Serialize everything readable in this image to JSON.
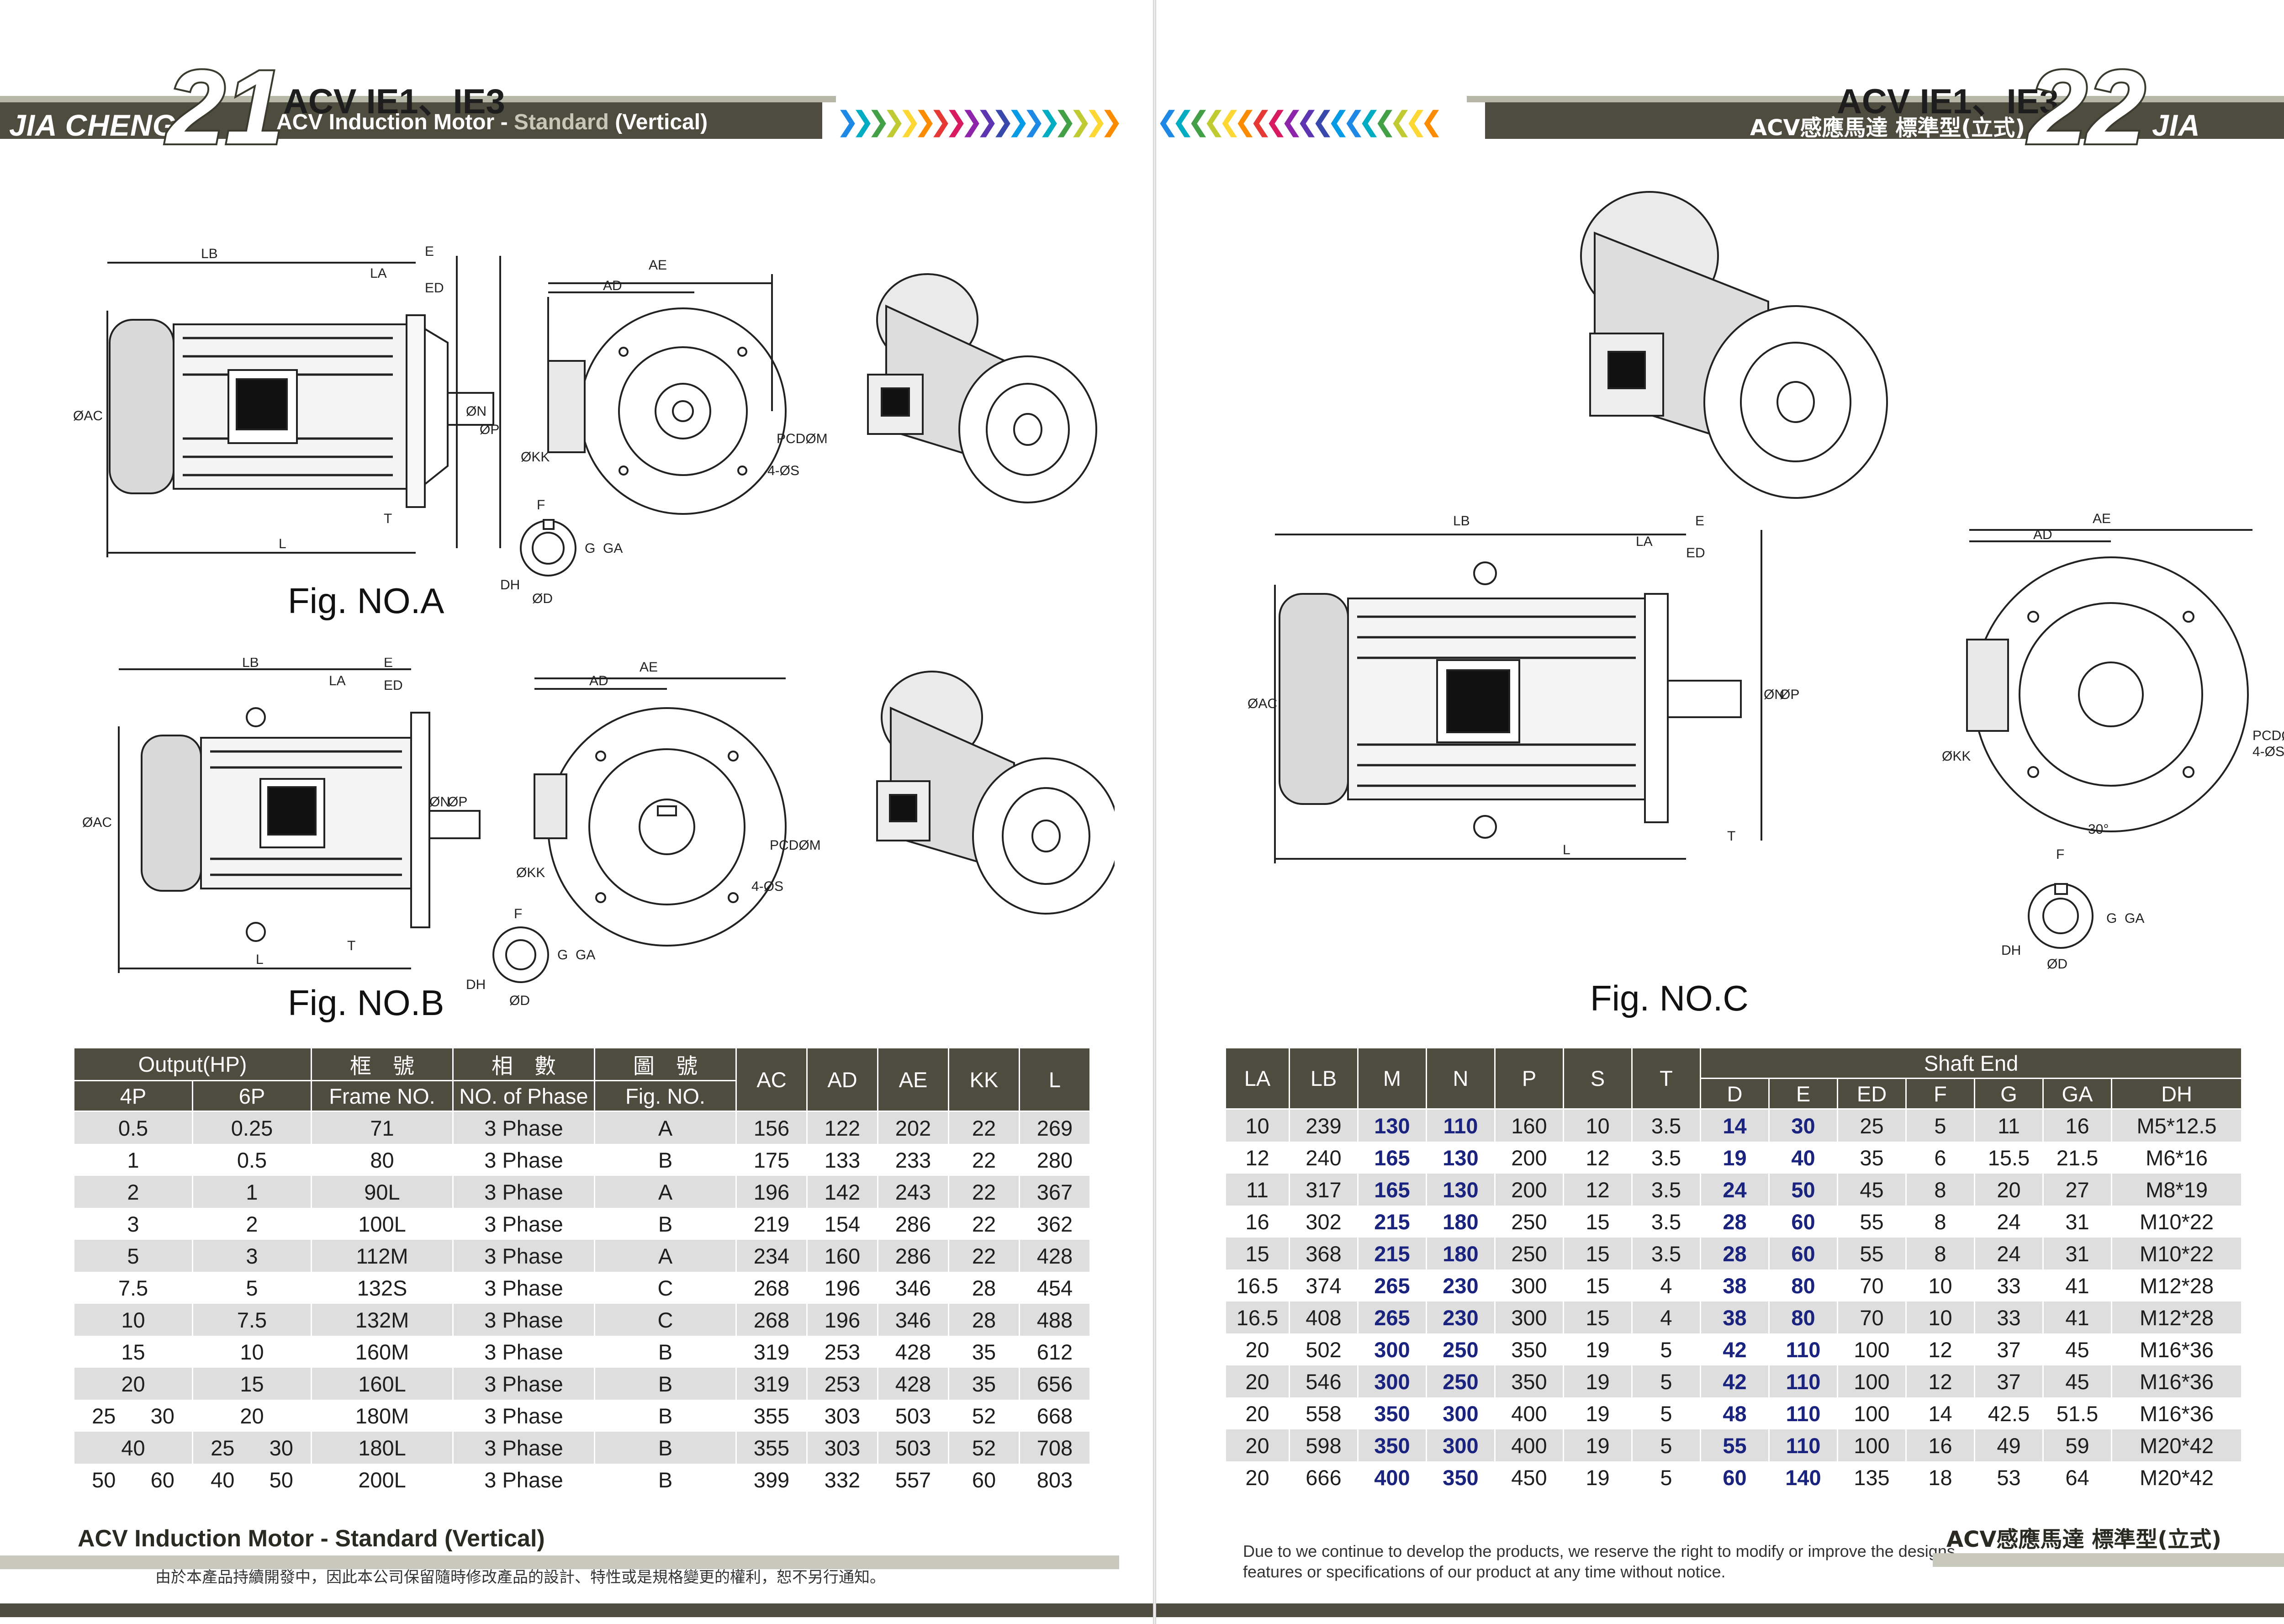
{
  "left_page": {
    "brand": "JIA CHENG",
    "page_number": "21",
    "series": "ACV IE1、IE3",
    "subtitle_main": "ACV Induction Motor - ",
    "subtitle_accent": "Standard",
    "subtitle_end": " (Vertical)",
    "fig_a": "Fig. NO.A",
    "fig_b": "Fig. NO.B",
    "footer_title": "ACV Induction Motor - Standard (Vertical)",
    "footer_note": "由於本產品持續開發中，因此本公司保留隨時修改產品的設計、特性或是規格變更的權利，恕不另行通知。"
  },
  "right_page": {
    "series": "ACV IE1、IE3",
    "subtitle": "ACV感應馬達 標準型(立式)",
    "page_number": "22",
    "brand": "JIA CHENG",
    "fig_c": "Fig. NO.C",
    "footer_title": "ACV感應馬達 標準型(立式)",
    "footer_note_1": "Due to we continue to develop the products, we reserve the right to modify or improve the designs,",
    "footer_note_2": "features or specifications of our product at any time without notice."
  },
  "dimension_labels": {
    "LB": "LB",
    "LA": "LA",
    "E": "E",
    "ED": "ED",
    "AE": "AE",
    "AD": "AD",
    "AC": "ØAC",
    "N": "ØN",
    "P": "ØP",
    "KK": "ØKK",
    "PCD": "PCDØM",
    "S": "4-ØS",
    "F": "F",
    "G": "G",
    "GA": "GA",
    "DH": "DH",
    "D": "ØD",
    "T": "T",
    "L": "L",
    "angle": "30°"
  },
  "left_table": {
    "headers": {
      "output": "Output(HP)",
      "p4": "4P",
      "p6": "6P",
      "frame_zh": "框　號",
      "frame_en": "Frame NO.",
      "phase_zh": "相　數",
      "phase_en": "NO. of Phase",
      "fig_zh": "圖　號",
      "fig_en": "Fig. NO.",
      "AC": "AC",
      "AD": "AD",
      "AE": "AE",
      "KK": "KK",
      "L": "L"
    },
    "rows": [
      {
        "p4": [
          "0.5"
        ],
        "p6": [
          "0.25"
        ],
        "frame": "71",
        "phase": "3 Phase",
        "fig": "A",
        "AC": "156",
        "AD": "122",
        "AE": "202",
        "KK": "22",
        "L": "269"
      },
      {
        "p4": [
          "1"
        ],
        "p6": [
          "0.5"
        ],
        "frame": "80",
        "phase": "3 Phase",
        "fig": "B",
        "AC": "175",
        "AD": "133",
        "AE": "233",
        "KK": "22",
        "L": "280"
      },
      {
        "p4": [
          "2"
        ],
        "p6": [
          "1"
        ],
        "frame": "90L",
        "phase": "3 Phase",
        "fig": "A",
        "AC": "196",
        "AD": "142",
        "AE": "243",
        "KK": "22",
        "L": "367"
      },
      {
        "p4": [
          "3"
        ],
        "p6": [
          "2"
        ],
        "frame": "100L",
        "phase": "3 Phase",
        "fig": "B",
        "AC": "219",
        "AD": "154",
        "AE": "286",
        "KK": "22",
        "L": "362"
      },
      {
        "p4": [
          "5"
        ],
        "p6": [
          "3"
        ],
        "frame": "112M",
        "phase": "3 Phase",
        "fig": "A",
        "AC": "234",
        "AD": "160",
        "AE": "286",
        "KK": "22",
        "L": "428"
      },
      {
        "p4": [
          "7.5"
        ],
        "p6": [
          "5"
        ],
        "frame": "132S",
        "phase": "3 Phase",
        "fig": "C",
        "AC": "268",
        "AD": "196",
        "AE": "346",
        "KK": "28",
        "L": "454"
      },
      {
        "p4": [
          "10"
        ],
        "p6": [
          "7.5"
        ],
        "frame": "132M",
        "phase": "3 Phase",
        "fig": "C",
        "AC": "268",
        "AD": "196",
        "AE": "346",
        "KK": "28",
        "L": "488"
      },
      {
        "p4": [
          "15"
        ],
        "p6": [
          "10"
        ],
        "frame": "160M",
        "phase": "3 Phase",
        "fig": "B",
        "AC": "319",
        "AD": "253",
        "AE": "428",
        "KK": "35",
        "L": "612"
      },
      {
        "p4": [
          "20"
        ],
        "p6": [
          "15"
        ],
        "frame": "160L",
        "phase": "3 Phase",
        "fig": "B",
        "AC": "319",
        "AD": "253",
        "AE": "428",
        "KK": "35",
        "L": "656"
      },
      {
        "p4": [
          "25",
          "30"
        ],
        "p6": [
          "20"
        ],
        "frame": "180M",
        "phase": "3 Phase",
        "fig": "B",
        "AC": "355",
        "AD": "303",
        "AE": "503",
        "KK": "52",
        "L": "668"
      },
      {
        "p4": [
          "40"
        ],
        "p6": [
          "25",
          "30"
        ],
        "frame": "180L",
        "phase": "3 Phase",
        "fig": "B",
        "AC": "355",
        "AD": "303",
        "AE": "503",
        "KK": "52",
        "L": "708"
      },
      {
        "p4": [
          "50",
          "60"
        ],
        "p6": [
          "40",
          "50"
        ],
        "frame": "200L",
        "phase": "3 Phase",
        "fig": "B",
        "AC": "399",
        "AD": "332",
        "AE": "557",
        "KK": "60",
        "L": "803"
      }
    ]
  },
  "right_table": {
    "headers": {
      "LA": "LA",
      "LB": "LB",
      "M": "M",
      "N": "N",
      "P": "P",
      "S": "S",
      "T": "T",
      "shaft_end": "Shaft  End",
      "D": "D",
      "E": "E",
      "ED": "ED",
      "F": "F",
      "G": "G",
      "GA": "GA",
      "DH": "DH"
    },
    "rows": [
      {
        "LA": "10",
        "LB": "239",
        "M": "130",
        "N": "110",
        "P": "160",
        "S": "10",
        "T": "3.5",
        "D": "14",
        "E": "30",
        "ED": "25",
        "F": "5",
        "G": "11",
        "GA": "16",
        "DH": "M5*12.5"
      },
      {
        "LA": "12",
        "LB": "240",
        "M": "165",
        "N": "130",
        "P": "200",
        "S": "12",
        "T": "3.5",
        "D": "19",
        "E": "40",
        "ED": "35",
        "F": "6",
        "G": "15.5",
        "GA": "21.5",
        "DH": "M6*16"
      },
      {
        "LA": "11",
        "LB": "317",
        "M": "165",
        "N": "130",
        "P": "200",
        "S": "12",
        "T": "3.5",
        "D": "24",
        "E": "50",
        "ED": "45",
        "F": "8",
        "G": "20",
        "GA": "27",
        "DH": "M8*19"
      },
      {
        "LA": "16",
        "LB": "302",
        "M": "215",
        "N": "180",
        "P": "250",
        "S": "15",
        "T": "3.5",
        "D": "28",
        "E": "60",
        "ED": "55",
        "F": "8",
        "G": "24",
        "GA": "31",
        "DH": "M10*22"
      },
      {
        "LA": "15",
        "LB": "368",
        "M": "215",
        "N": "180",
        "P": "250",
        "S": "15",
        "T": "3.5",
        "D": "28",
        "E": "60",
        "ED": "55",
        "F": "8",
        "G": "24",
        "GA": "31",
        "DH": "M10*22"
      },
      {
        "LA": "16.5",
        "LB": "374",
        "M": "265",
        "N": "230",
        "P": "300",
        "S": "15",
        "T": "4",
        "D": "38",
        "E": "80",
        "ED": "70",
        "F": "10",
        "G": "33",
        "GA": "41",
        "DH": "M12*28"
      },
      {
        "LA": "16.5",
        "LB": "408",
        "M": "265",
        "N": "230",
        "P": "300",
        "S": "15",
        "T": "4",
        "D": "38",
        "E": "80",
        "ED": "70",
        "F": "10",
        "G": "33",
        "GA": "41",
        "DH": "M12*28"
      },
      {
        "LA": "20",
        "LB": "502",
        "M": "300",
        "N": "250",
        "P": "350",
        "S": "19",
        "T": "5",
        "D": "42",
        "E": "110",
        "ED": "100",
        "F": "12",
        "G": "37",
        "GA": "45",
        "DH": "M16*36"
      },
      {
        "LA": "20",
        "LB": "546",
        "M": "300",
        "N": "250",
        "P": "350",
        "S": "19",
        "T": "5",
        "D": "42",
        "E": "110",
        "ED": "100",
        "F": "12",
        "G": "37",
        "GA": "45",
        "DH": "M16*36"
      },
      {
        "LA": "20",
        "LB": "558",
        "M": "350",
        "N": "300",
        "P": "400",
        "S": "19",
        "T": "5",
        "D": "48",
        "E": "110",
        "ED": "100",
        "F": "14",
        "G": "42.5",
        "GA": "51.5",
        "DH": "M16*36"
      },
      {
        "LA": "20",
        "LB": "598",
        "M": "350",
        "N": "300",
        "P": "400",
        "S": "19",
        "T": "5",
        "D": "55",
        "E": "110",
        "ED": "100",
        "F": "16",
        "G": "49",
        "GA": "59",
        "DH": "M20*42"
      },
      {
        "LA": "20",
        "LB": "666",
        "M": "400",
        "N": "350",
        "P": "450",
        "S": "19",
        "T": "5",
        "D": "60",
        "E": "140",
        "ED": "135",
        "F": "18",
        "G": "53",
        "GA": "64",
        "DH": "M20*42"
      }
    ]
  },
  "colors": {
    "band": "#4d4c3e",
    "row_shade": "#dedede",
    "bold_values": "#1a237e",
    "chevrons": [
      "#1e88e5",
      "#00acc1",
      "#43a047",
      "#c0ca33",
      "#fdd835",
      "#fb8c00",
      "#e53935",
      "#d81b60",
      "#8e24aa",
      "#5e35b1",
      "#3949ab",
      "#039be5"
    ]
  }
}
